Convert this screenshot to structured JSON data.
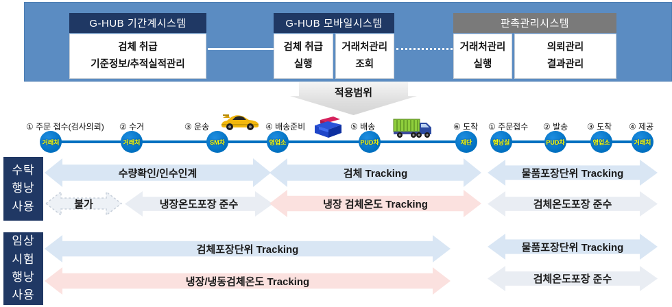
{
  "colors": {
    "banner_bg": "#5b8cc2",
    "header_navy": "#1f3864",
    "header_gray": "#7a7a7a",
    "sidebar_navy": "#203864",
    "node_blue": "#0070c0",
    "node_text": "#ffff00",
    "arrow_blue": "#d9e6f4",
    "arrow_gray": "#e9edf3",
    "arrow_pink": "#fbe1df"
  },
  "banner": {
    "systems": [
      {
        "title": "G-HUB 기간계시스템",
        "cells": [
          {
            "line1": "검체 취급",
            "line2": "기준정보/추적실적관리"
          }
        ]
      },
      {
        "title": "G-HUB 모바일시스템",
        "cells": [
          {
            "line1": "검체 취급",
            "line2": "실행"
          },
          {
            "line1": "거래처관리",
            "line2": "조회"
          }
        ]
      },
      {
        "title": "판촉관리시스템",
        "cells": [
          {
            "line1": "거래처관리",
            "line2": "실행"
          },
          {
            "line1": "의뢰관리",
            "line2": "결과관리"
          }
        ]
      }
    ]
  },
  "scope_arrow": {
    "label": "적용범위"
  },
  "timeline_main": {
    "steps": [
      {
        "label": "① 주문 접수(검사의뢰)",
        "node": "거래처"
      },
      {
        "label": "② 수거",
        "node": "거래처"
      },
      {
        "label": "③ 운송",
        "node": "SM차",
        "icon": "car-icon"
      },
      {
        "label": "④ 배송준비",
        "node": "영업소",
        "icon": "boxes-icon"
      },
      {
        "label": "⑤ 배송",
        "node": "PUD차",
        "icon": "truck-icon"
      },
      {
        "label": "⑥ 도착",
        "node": "재단"
      }
    ]
  },
  "timeline_right": {
    "steps": [
      {
        "label": "① 주문접수",
        "node": "행낭실"
      },
      {
        "label": "② 발송",
        "node": "PUD차"
      },
      {
        "label": "③ 도착",
        "node": "영업소"
      },
      {
        "label": "④ 제공",
        "node": "거래처"
      }
    ]
  },
  "group_consignment": {
    "sidebar_lines": [
      "수탁",
      "행낭",
      "사용"
    ],
    "arrows": {
      "qty_handover": "수량확인/인수인계",
      "specimen_tracking": "검체 Tracking",
      "package_unit_tracking": "물품포장단위 Tracking",
      "not_allowed": "불가",
      "cold_packaging": "냉장온도포장 준수",
      "cold_specimen_temp": "냉장 검체온도 Tracking",
      "specimen_temp_packaging": "검체온도포장 준수"
    }
  },
  "group_clinical": {
    "sidebar_lines": [
      "임상",
      "시험",
      "행낭",
      "사용"
    ],
    "arrows": {
      "specimen_package_tracking": "검체포장단위 Tracking",
      "package_unit_tracking": "물품포장단위 Tracking",
      "cold_frozen_specimen_temp": "냉장/냉동검체온도 Tracking",
      "specimen_temp_packaging": "검체온도포장 준수"
    }
  }
}
